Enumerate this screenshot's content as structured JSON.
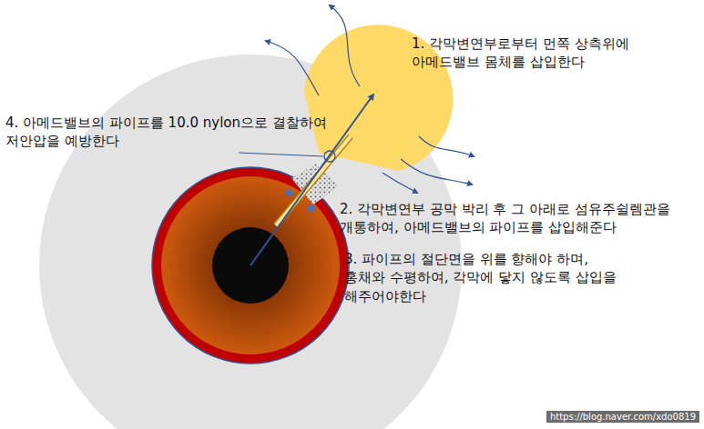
{
  "diagram": {
    "labels": [
      "1. 각막변연부로부터 먼쪽 상측위에 아메드밸브 몸체를 삽입한다",
      "4. 아메드밸브의 파이프를 10.0 nylon으로 결찰하여 저안압을 예방한다",
      "2. 각막변연부 공막 박리 후 그 아래로 섬유주쉴렘관을 개통하여, 아메드밸브의 파이프를 삽입해준다",
      "3. 파이프의 절단면을 위를 향해야 하며, 홍채와 수평하여, 각막에 닿지 않도록 삽입을 해주어야한다",
      "https://blog.naver.com/xdo0819"
    ]
  }
}
